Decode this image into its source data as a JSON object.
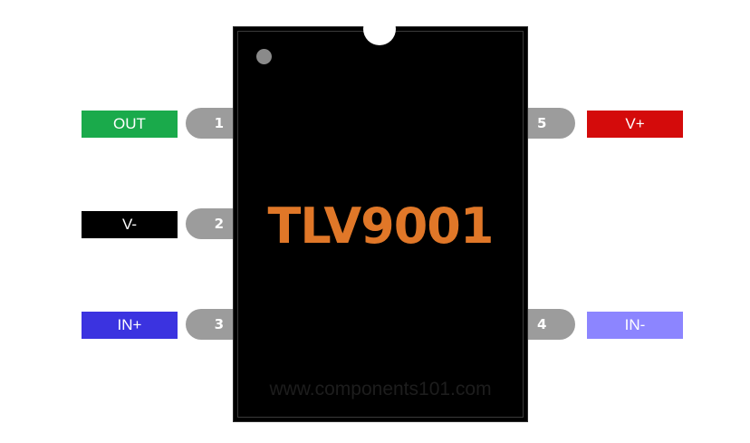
{
  "chip": {
    "part_number": "TLV9001",
    "watermark": "www.components101.com"
  },
  "pins": [
    {
      "number": "1",
      "label": "OUT",
      "color": "#1aaa4b"
    },
    {
      "number": "2",
      "label": "V-",
      "color": "#000000"
    },
    {
      "number": "3",
      "label": "IN+",
      "color": "#3b33e0"
    },
    {
      "number": "4",
      "label": "IN-",
      "color": "#8c85ff"
    },
    {
      "number": "5",
      "label": "V+",
      "color": "#d40b0b"
    }
  ]
}
